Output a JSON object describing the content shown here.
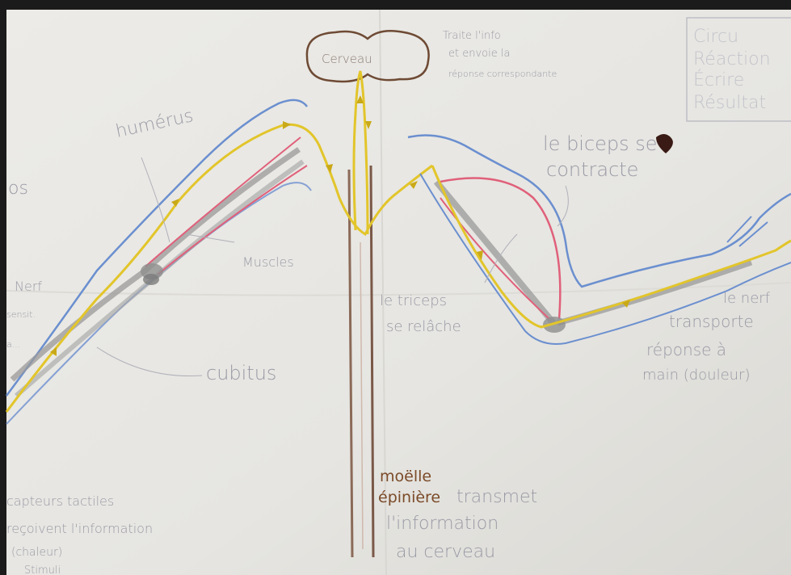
{
  "photo": {
    "paper_color": "#e9e8e4",
    "nerve_color": "#e2c52a",
    "bone_color": "#9a9a9a",
    "muscle_color": "#e0607a",
    "skin_color": "#6b8fcf",
    "spine_color": "#8b6a58",
    "text_color": "#9a9aa6",
    "brown_text_color": "#7a4a28"
  },
  "labels": {
    "brain": "Cerveau",
    "brain_note": [
      "Traite l'info",
      "et envoie la",
      "réponse correspondante"
    ],
    "corner_box": [
      "Circu",
      "Réaction",
      "Écrire",
      "Résultat"
    ],
    "biceps_contract": [
      "le biceps se",
      "contracte"
    ],
    "humerus": "humérus",
    "os": "os",
    "muscles": "Muscles",
    "nerf": [
      "Nerf",
      "sensit.",
      "a..."
    ],
    "triceps": [
      "le triceps",
      "se relâche"
    ],
    "cubitus": "cubitus",
    "right_note": [
      "le nerf",
      "transporte",
      "réponse à",
      "main (douleur)"
    ],
    "spinal_cord": [
      "moëlle",
      "épinière"
    ],
    "spinal_note": [
      "transmet",
      "l'information",
      "au cerveau"
    ],
    "left_note": [
      "capteurs tactiles",
      "reçoivent l'information",
      "(chaleur)",
      "Stimuli"
    ]
  }
}
